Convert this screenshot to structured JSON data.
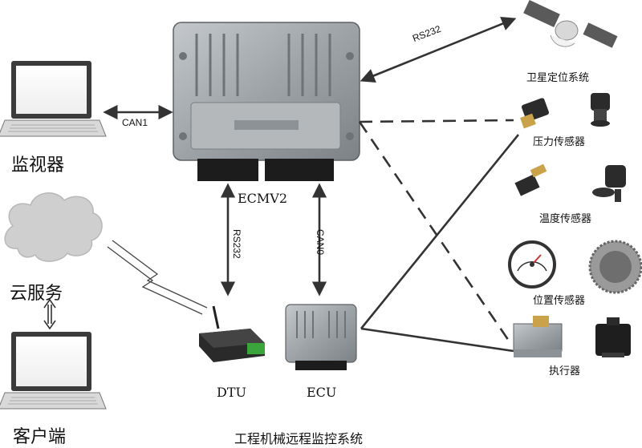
{
  "title": "工程机械远程监控系统",
  "nodes": {
    "monitor": "监视器",
    "cloud": "云服务",
    "client": "客户端",
    "ecmv2": "ECMV2",
    "dtu": "DTU",
    "ecu": "ECU",
    "satellite": "卫星定位系统",
    "pressure": "压力传感器",
    "temperature": "温度传感器",
    "position": "位置传感器",
    "actuator": "执行器"
  },
  "links": {
    "can1": "CAN1",
    "rs232_sat": "RS232",
    "rs232_dtu": "RS232",
    "can0": "CAN0"
  },
  "colors": {
    "metal": "#9ea3a7",
    "metal_dark": "#5d6266",
    "line": "#333333",
    "cloud": "#cfcfcf",
    "dtu_green": "#3aa53a"
  }
}
